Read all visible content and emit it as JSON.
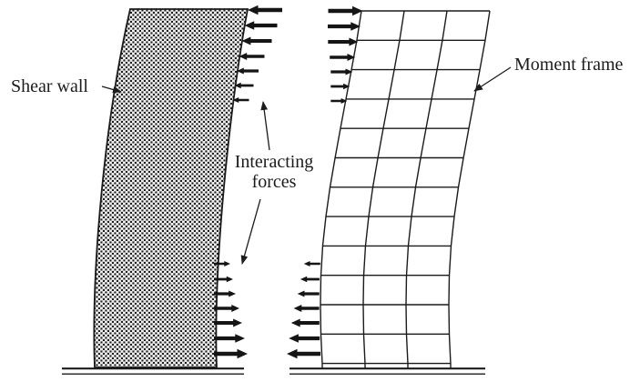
{
  "figure": {
    "description": "Deflected shear wall and moment frame interacting under lateral load"
  },
  "labels": {
    "shear_wall": "Shear wall",
    "interacting_forces": "Interacting forces",
    "moment_frame": "Moment frame"
  },
  "force_arrows": {
    "wall_top": {
      "count": 7,
      "direction": "left",
      "magnitude": "decreasing downward"
    },
    "frame_top": {
      "count": 7,
      "direction": "right",
      "magnitude": "decreasing downward"
    },
    "wall_bottom": {
      "count": 7,
      "direction": "right",
      "magnitude": "increasing downward"
    },
    "frame_bottom": {
      "count": 7,
      "direction": "left",
      "magnitude": "increasing downward"
    }
  },
  "colors": {
    "ink": "#1b1b1b",
    "wall_fill_bg": "#ededed"
  }
}
